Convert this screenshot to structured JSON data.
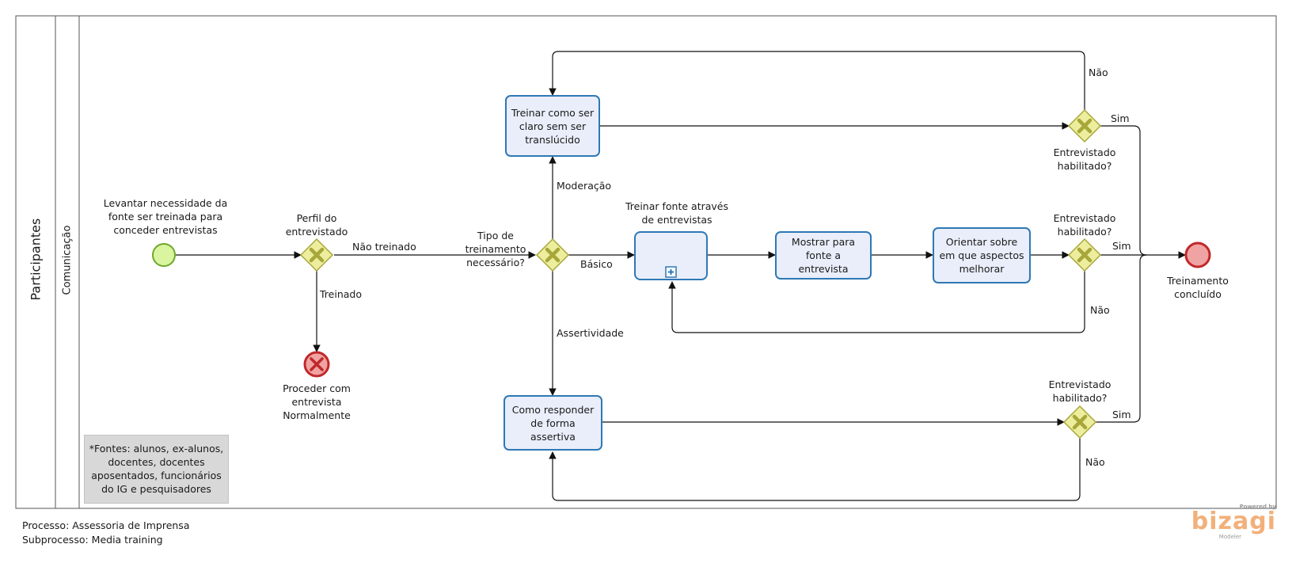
{
  "pool": {
    "label": "Participantes"
  },
  "lane": {
    "label": "Comunicação"
  },
  "events": {
    "start": {
      "label": "Levantar necessidade da\nfonte ser treinada para\nconceder entrevistas"
    },
    "error_end": {
      "label": "Proceder com\nentrevista\nNormalmente"
    },
    "end": {
      "label": "Treinamento\nconcluído"
    }
  },
  "gateways": {
    "perfil": {
      "label": "Perfil do\nentrevistado"
    },
    "tipo": {
      "label": "Tipo de\ntreinamento\nnecessário?"
    },
    "hab_top": {
      "label": "Entrevistado\nhabilitado?"
    },
    "hab_mid": {
      "label": "Entrevistado\nhabilitado?"
    },
    "hab_bot": {
      "label": "Entrevistado\nhabilitado?"
    }
  },
  "tasks": {
    "claro": {
      "label": "Treinar como ser\nclaro sem ser\ntranslúcido"
    },
    "subprocess_title": {
      "label": "Treinar fonte através\nde entrevistas"
    },
    "mostrar": {
      "label": "Mostrar para\nfonte a entrevista"
    },
    "orientar": {
      "label": "Orientar sobre\nem que aspectos\nmelhorar"
    },
    "assertiva": {
      "label": "Como responder\nde forma\nassertiva"
    }
  },
  "flows": {
    "nao_treinado": "Não treinado",
    "treinado": "Treinado",
    "moderacao": "Moderação",
    "basico": "Básico",
    "assertividade": "Assertividade",
    "top_nao": "Não",
    "top_sim": "Sim",
    "mid_sim": "Sim",
    "mid_nao": "Não",
    "bot_sim": "Sim",
    "bot_nao": "Não"
  },
  "note": {
    "text": "*Fontes: alunos, ex-alunos,\ndocentes, docentes\naposentados, funcionários\ndo IG  e pesquisadores"
  },
  "footer": {
    "processo": "Processo: Assessoria de Imprensa",
    "subprocesso": "Subprocesso: Media training"
  },
  "logo": {
    "powered_by": "Powered by",
    "brand": "bizagi",
    "product": "Modeler"
  },
  "colors": {
    "task_border": "#2f78b5",
    "task_fill": "#e9eefa",
    "gateway_fill": "#eded9e",
    "gateway_border": "#a7a73a",
    "gateway_mark": "#a7a73a",
    "start_fill": "#d9f5a0",
    "start_border": "#6fa72c",
    "end_fill": "#f0a3a3",
    "end_border": "#c0282a",
    "note_fill": "#d8d8d8"
  }
}
